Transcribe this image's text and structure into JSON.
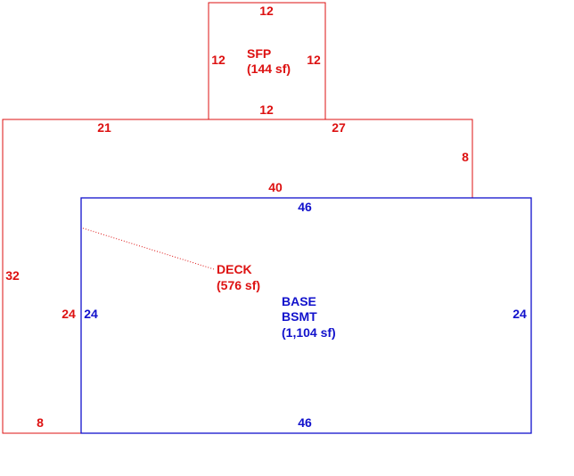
{
  "colors": {
    "deck": "#dd1111",
    "base": "#1111cc",
    "background": "#ffffff"
  },
  "sfp": {
    "name": "SFP",
    "area": "(144 sf)",
    "dims": {
      "top": "12",
      "bottom": "12",
      "left": "12",
      "right": "12"
    }
  },
  "deck": {
    "name": "DECK",
    "area": "(576 sf)",
    "dims": {
      "top_left": "21",
      "top_right": "27",
      "right_step": "8",
      "inner_top": "40",
      "left": "32",
      "inner_left": "24",
      "bottom": "8"
    }
  },
  "base": {
    "name_line1": "BASE",
    "name_line2": "BSMT",
    "area": "(1,104 sf)",
    "dims": {
      "top": "46",
      "bottom": "46",
      "left": "24",
      "right": "24"
    }
  }
}
